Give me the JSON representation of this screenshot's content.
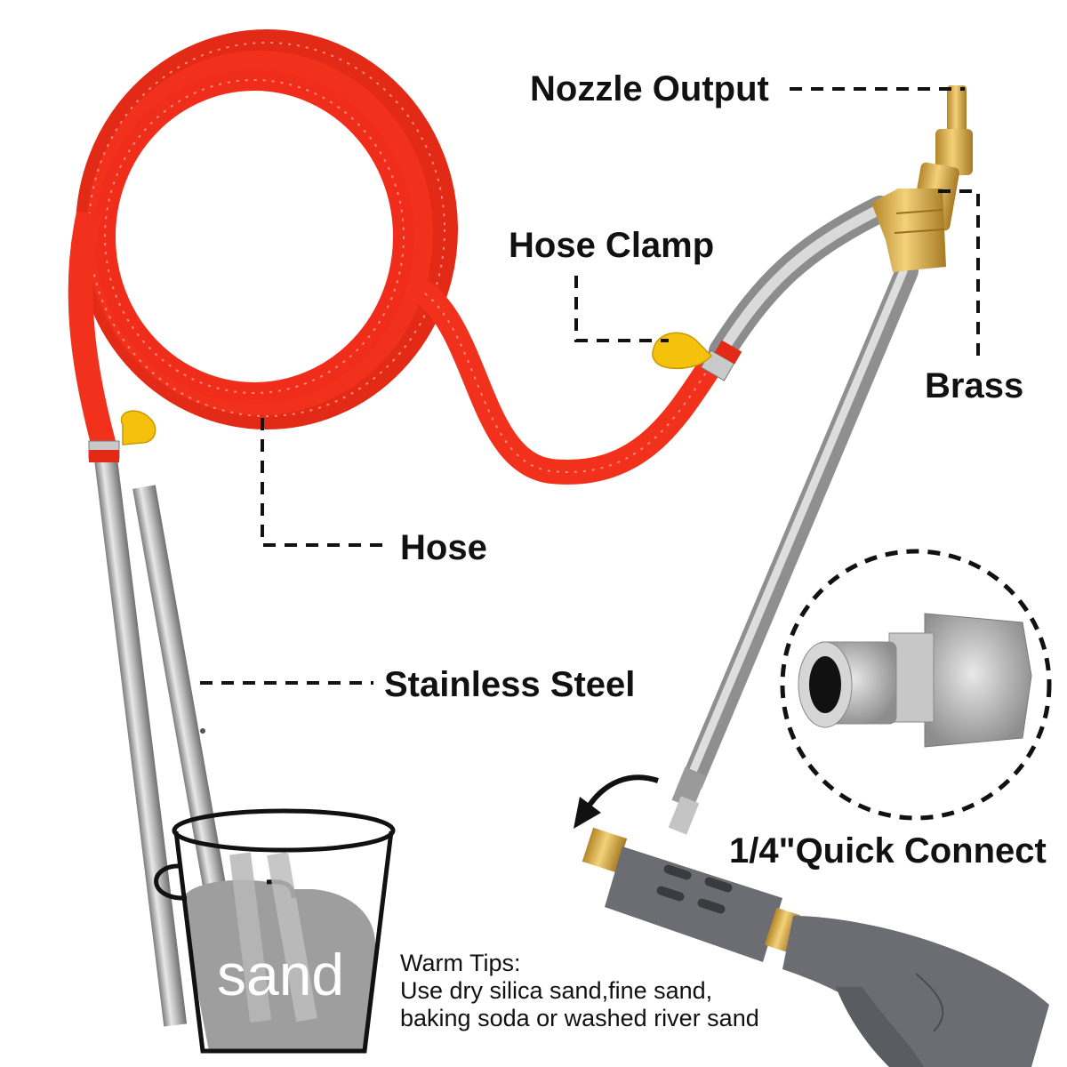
{
  "labels": {
    "nozzle_output": "Nozzle Output",
    "hose_clamp": "Hose Clamp",
    "brass": "Brass",
    "hose": "Hose",
    "stainless_steel": "Stainless Steel",
    "quick_connect": "1/4\"Quick Connect"
  },
  "bucket": {
    "content": "sand"
  },
  "tips": {
    "title": "Warm Tips:",
    "line1": "Use dry silica sand,fine sand,",
    "line2": "baking soda or washed river sand"
  },
  "colors": {
    "hose": "#f2311d",
    "clamp": "#f4c20d",
    "brass": "#d9a93b",
    "steel": "#a9a9a9",
    "handle": "#6c6d72",
    "sand": "#9e9e9e"
  }
}
